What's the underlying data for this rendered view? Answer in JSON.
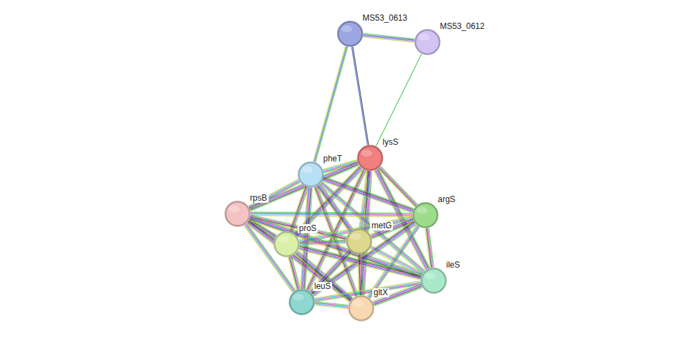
{
  "diagram": {
    "nodes": [
      {
        "text": [
          "MS53_0613"
        ]
      },
      {
        "text": [
          "MS53_0612"
        ]
      },
      {
        "text": [
          "lysS"
        ]
      },
      {
        "text": [
          "pheT"
        ]
      },
      {
        "text": [
          "rpsB"
        ]
      },
      {
        "text": [
          "argS"
        ]
      },
      {
        "text": [
          "proS"
        ]
      },
      {
        "text": [
          "metG"
        ]
      },
      {
        "text": [
          "ileS"
        ]
      },
      {
        "text": [
          "leuS"
        ]
      },
      {
        "text": [
          "gltX"
        ]
      }
    ],
    "edges": [
      {
        "from": 0,
        "to": 1,
        "arrow": "none"
      },
      {
        "from": 0,
        "to": 3,
        "arrow": "none"
      },
      {
        "from": 0,
        "to": 2,
        "arrow": "none"
      },
      {
        "from": 1,
        "to": 2,
        "arrow": "none"
      },
      {
        "from": 2,
        "to": 3,
        "arrow": "none"
      },
      {
        "from": 2,
        "to": 4,
        "arrow": "none"
      },
      {
        "from": 2,
        "to": 5,
        "arrow": "none"
      },
      {
        "from": 2,
        "to": 6,
        "arrow": "none"
      },
      {
        "from": 2,
        "to": 7,
        "arrow": "none"
      },
      {
        "from": 2,
        "to": 8,
        "arrow": "none"
      },
      {
        "from": 2,
        "to": 9,
        "arrow": "none"
      },
      {
        "from": 2,
        "to": 10,
        "arrow": "none"
      },
      {
        "from": 3,
        "to": 4,
        "arrow": "none"
      },
      {
        "from": 3,
        "to": 5,
        "arrow": "none"
      },
      {
        "from": 3,
        "to": 6,
        "arrow": "none"
      },
      {
        "from": 3,
        "to": 7,
        "arrow": "none"
      },
      {
        "from": 3,
        "to": 8,
        "arrow": "none"
      },
      {
        "from": 3,
        "to": 9,
        "arrow": "none"
      },
      {
        "from": 3,
        "to": 10,
        "arrow": "none"
      },
      {
        "from": 4,
        "to": 5,
        "arrow": "none"
      },
      {
        "from": 4,
        "to": 6,
        "arrow": "none"
      },
      {
        "from": 4,
        "to": 7,
        "arrow": "none"
      },
      {
        "from": 4,
        "to": 8,
        "arrow": "none"
      },
      {
        "from": 4,
        "to": 9,
        "arrow": "none"
      },
      {
        "from": 4,
        "to": 10,
        "arrow": "none"
      },
      {
        "from": 5,
        "to": 6,
        "arrow": "none"
      },
      {
        "from": 5,
        "to": 7,
        "arrow": "none"
      },
      {
        "from": 5,
        "to": 8,
        "arrow": "none"
      },
      {
        "from": 5,
        "to": 9,
        "arrow": "none"
      },
      {
        "from": 5,
        "to": 10,
        "arrow": "none"
      },
      {
        "from": 6,
        "to": 7,
        "arrow": "none"
      },
      {
        "from": 6,
        "to": 8,
        "arrow": "none"
      },
      {
        "from": 6,
        "to": 9,
        "arrow": "none"
      },
      {
        "from": 6,
        "to": 10,
        "arrow": "none"
      },
      {
        "from": 7,
        "to": 8,
        "arrow": "none"
      },
      {
        "from": 7,
        "to": 9,
        "arrow": "none"
      },
      {
        "from": 7,
        "to": 10,
        "arrow": "none"
      },
      {
        "from": 8,
        "to": 9,
        "arrow": "none"
      },
      {
        "from": 8,
        "to": 10,
        "arrow": "none"
      },
      {
        "from": 9,
        "to": 10,
        "arrow": "none"
      }
    ]
  }
}
